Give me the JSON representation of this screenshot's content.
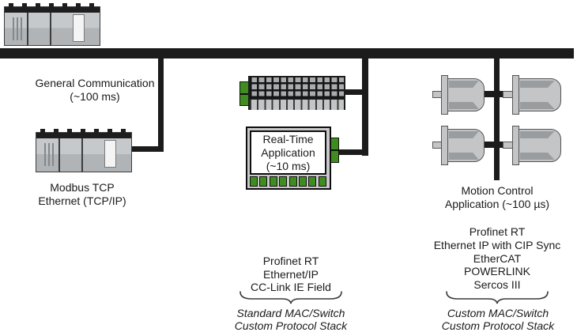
{
  "diagram": {
    "bus_color": "#1b1b1b",
    "accent_green": "#3f8d21",
    "left": {
      "comm_label": [
        "General Communication",
        "(~100 ms)"
      ],
      "device_label": [
        "Modbus TCP",
        "Ethernet (TCP/IP)"
      ]
    },
    "middle": {
      "realtime_label": [
        "Real-Time",
        "Application",
        "(~10 ms)"
      ],
      "protocols": [
        "Profinet RT",
        "Ethernet/IP",
        "CC-Link IE Field"
      ],
      "stack_notes": [
        "Standard MAC/Switch",
        "Custom Protocol Stack"
      ]
    },
    "right": {
      "motion_label": [
        "Motion Control",
        "Application (~100 µs)"
      ],
      "protocols": [
        "Profinet RT",
        "Ethernet IP with CIP Sync",
        "EtherCAT",
        "POWERLINK",
        "Sercos III"
      ],
      "stack_notes": [
        "Custom MAC/Switch",
        "Custom Protocol Stack"
      ]
    },
    "icons": {
      "plc_rack": "plc-rack",
      "io_terminal_block": "io-terminal-block",
      "realtime_module": "realtime-io-module",
      "servo_motor": "servo-motor",
      "brace": "underbrace"
    }
  }
}
